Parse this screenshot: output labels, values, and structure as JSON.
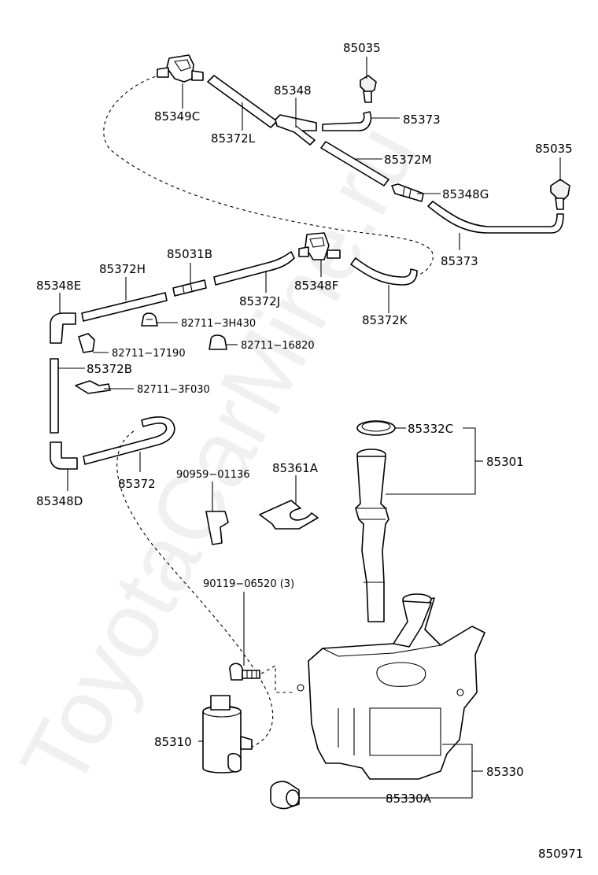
{
  "watermark": "ToyotaCarMine.ru",
  "diagram_code": "850971",
  "labels": {
    "p85035_top": "85035",
    "p85348": "85348",
    "p85349c": "85349C",
    "p85372l": "85372L",
    "p85373_top": "85373",
    "p85372m": "85372M",
    "p85035_right": "85035",
    "p85348g": "85348G",
    "p85373_right": "85373",
    "p85031b": "85031B",
    "p85372h": "85372H",
    "p85348e": "85348E",
    "p85348f": "85348F",
    "p85372j": "85372J",
    "p85372k": "85372K",
    "p82711_3h430": "82711−3H430",
    "p82711_17190": "82711−17190",
    "p82711_16820": "82711−16820",
    "p85372b": "85372B",
    "p82711_3f030": "82711−3F030",
    "p85332c": "85332C",
    "p85301": "85301",
    "p85348d": "85348D",
    "p85372": "85372",
    "p90959_01136": "90959−01136",
    "p85361a": "85361A",
    "p90119_06520": "90119−06520 (3)",
    "p85310": "85310",
    "p85330": "85330",
    "p85330a": "85330A"
  }
}
